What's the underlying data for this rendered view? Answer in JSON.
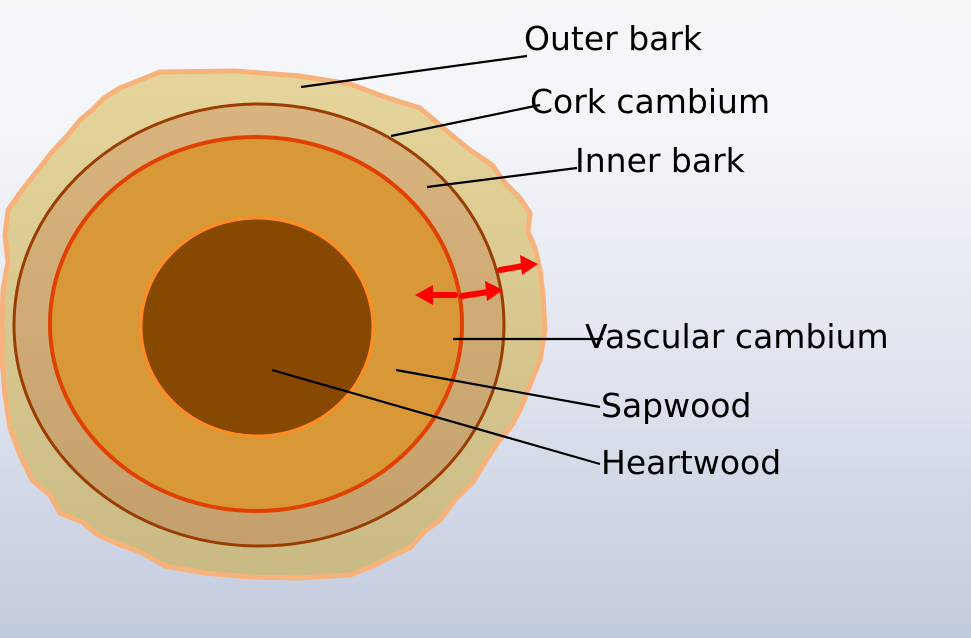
{
  "labels": {
    "outer_bark": "Outer bark",
    "cork_cambium": "Cork cambium",
    "inner_bark": "Inner bark",
    "vascular_cambium": "Vascular cambium",
    "sapwood": "Sapwood",
    "heartwood": "Heartwood"
  },
  "colors": {
    "outer_bark_fill": "#dccb8c",
    "outer_bark_edge": "#f6b27a",
    "cork_cambium_ring": "#9a3d00",
    "inner_bark_fill": "#cfa878",
    "vascular_cambium_ring": "#e04000",
    "sapwood_fill": "#d89838",
    "heartwood_fill": "#874802",
    "heartwood_edge": "#ff8c20",
    "arrow": "#ff0000"
  }
}
